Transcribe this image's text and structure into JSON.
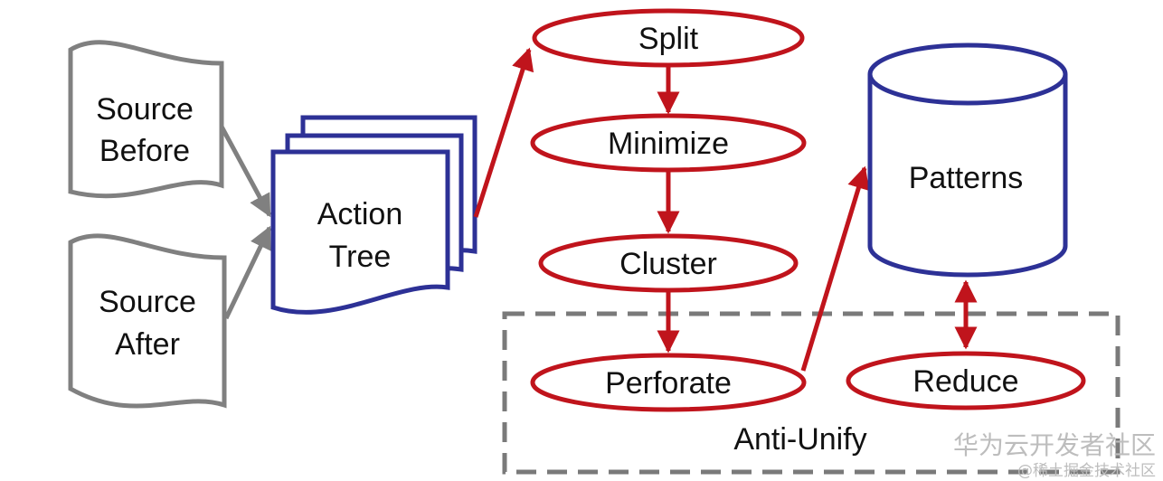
{
  "colors": {
    "red": "#c0141c",
    "blue": "#2d3196",
    "gray": "#808080",
    "dashed": "#7a7a7a",
    "watermark": "#bdbdbd"
  },
  "sources": {
    "before_line1": "Source",
    "before_line2": "Before",
    "after_line1": "Source",
    "after_line2": "After"
  },
  "action_tree": {
    "line1": "Action",
    "line2": "Tree"
  },
  "steps": {
    "split": "Split",
    "minimize": "Minimize",
    "cluster": "Cluster",
    "perforate": "Perforate",
    "reduce": "Reduce"
  },
  "patterns_label": "Patterns",
  "anti_unify_label": "Anti-Unify",
  "watermark": {
    "line1": "华为云开发者社区",
    "line2": "@稀土掘金技术社区"
  }
}
